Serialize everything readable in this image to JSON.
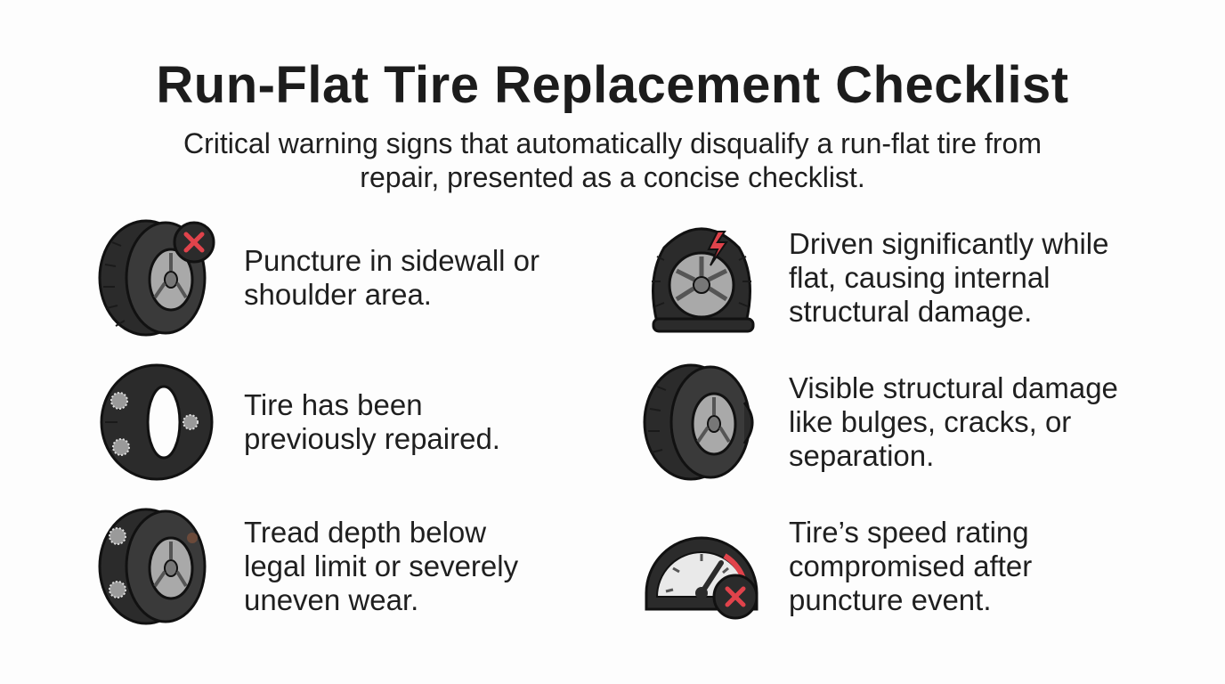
{
  "title": "Run-Flat Tire Replacement Checklist",
  "subtitle": {
    "line1": "Critical warning signs that automatically disqualify a run-flat tire from",
    "line2": "repair, presented as a concise checklist."
  },
  "colors": {
    "tire": "#2b2b2b",
    "rim": "#a9a9a9",
    "alert": "#e0434b",
    "background": "#fdfdfd"
  },
  "items": [
    {
      "icon": "tire-sidewall-puncture-icon",
      "lines": [
        "Puncture in sidewall or",
        "shoulder area."
      ]
    },
    {
      "icon": "flat-tire-lightning-icon",
      "lines": [
        "Driven significantly while",
        "flat, causing internal",
        "structural damage."
      ]
    },
    {
      "icon": "patched-tire-icon",
      "lines": [
        "Tire has been",
        "previously repaired."
      ]
    },
    {
      "icon": "bulging-tire-icon",
      "lines": [
        "Visible structural damage",
        "like bulges, cracks, or",
        "separation."
      ]
    },
    {
      "icon": "worn-tread-tire-icon",
      "lines": [
        "Tread depth below",
        "legal limit or severely",
        "uneven wear."
      ]
    },
    {
      "icon": "speedometer-cross-icon",
      "lines": [
        "Tire’s speed rating",
        "compromised after",
        "puncture event."
      ]
    }
  ]
}
